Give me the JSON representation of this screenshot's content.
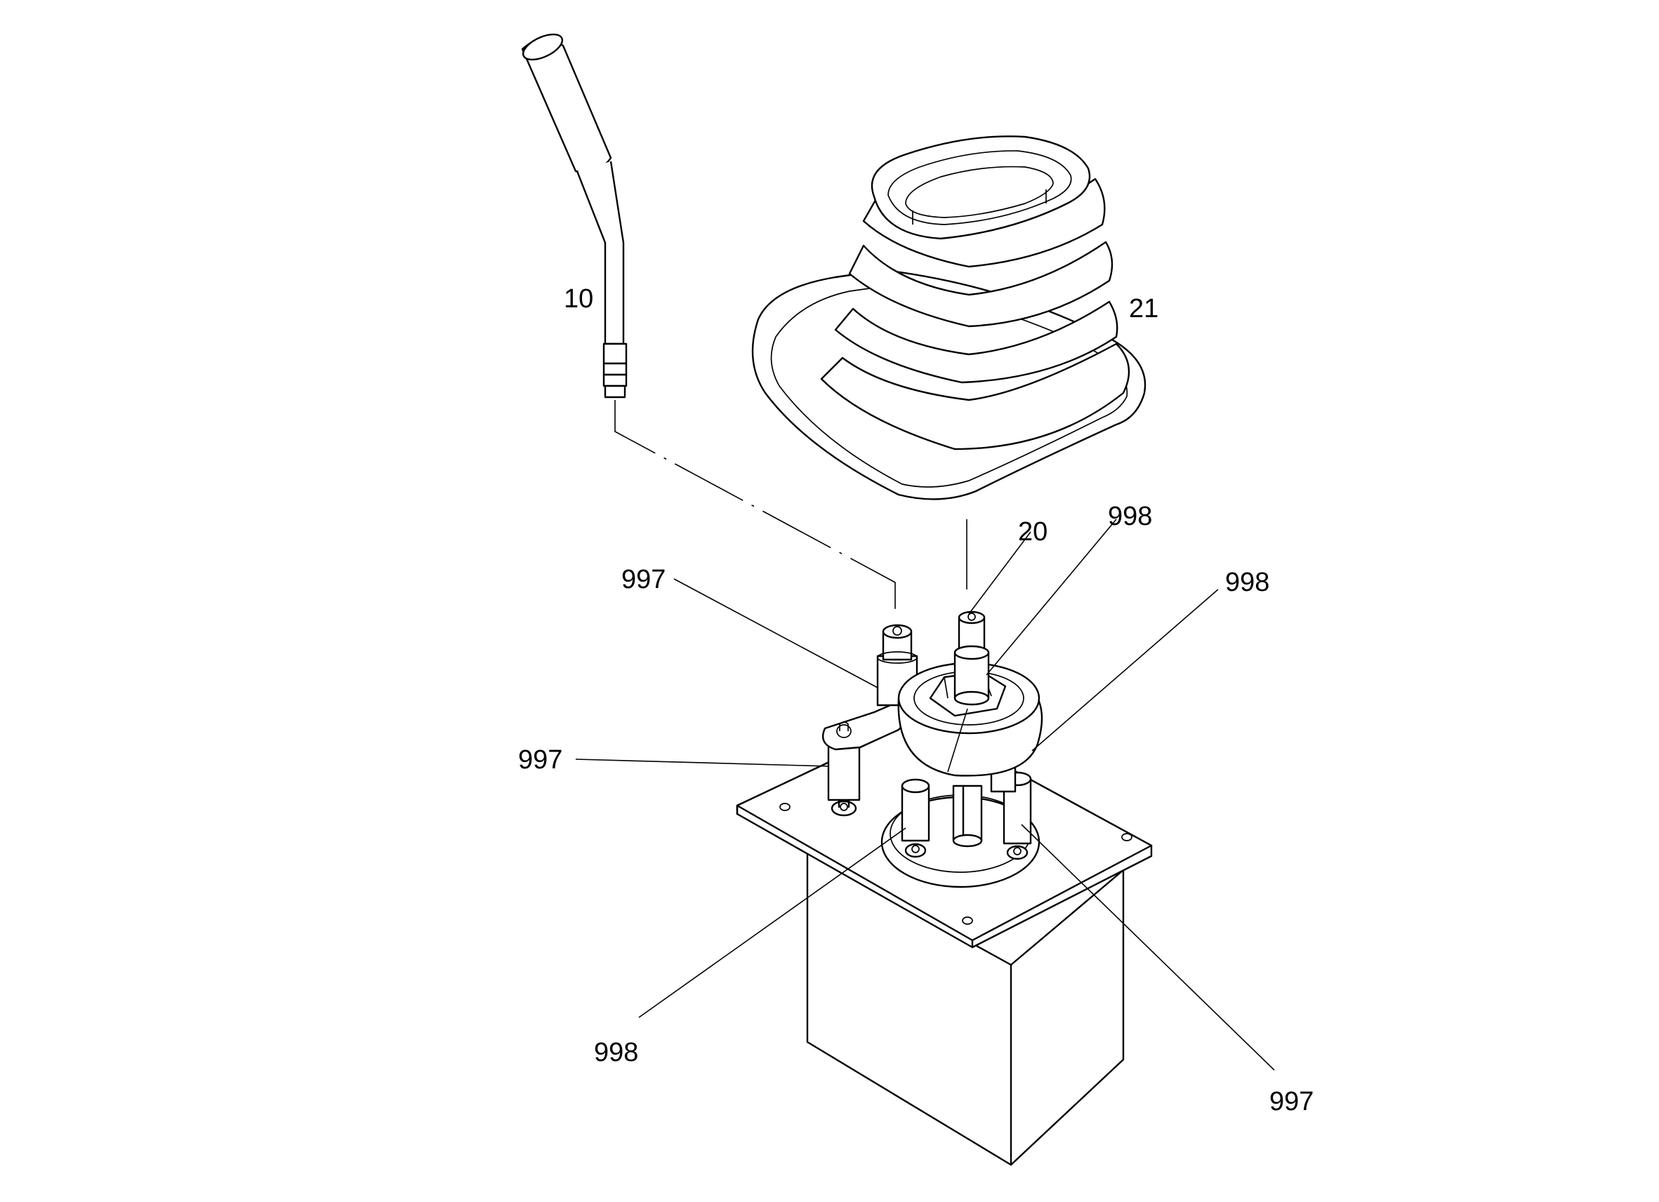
{
  "diagram": {
    "callouts": {
      "lever": "10",
      "boot": "21",
      "plunger_screw": "20",
      "label_998_top": "998",
      "label_998_right": "998",
      "label_998_bottom": "998",
      "label_997_upper": "997",
      "label_997_left": "997",
      "label_997_bottom": "997"
    }
  }
}
